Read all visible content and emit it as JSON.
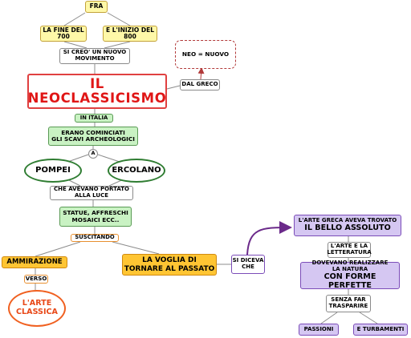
{
  "map": {
    "fra": "FRA",
    "fine_700": "LA FINE DEL\n700",
    "inizio_800": "E L'INIZIO DEL\n800",
    "si_creo": "SI CREO' UN NUOVO\nMOVIMENTO",
    "title": "IL\nNEOCLASSICISMO",
    "dal_greco": "DAL GRECO",
    "neo_nuovo": "NEO = NUOVO",
    "in_italia": "IN ITALIA",
    "scavi": "ERANO COMINCIATI\nGLI SCAVI ARCHEOLOGICI",
    "a": "A",
    "pompei": "POMPEI",
    "ercolano": "ERCOLANO",
    "portato_luce": "CHE AVEVANO PORTATO\nALLA LUCE",
    "statue": "STATUE, AFFRESCHI\nMOSAICI ECC..",
    "suscitando": "SUSCITANDO",
    "ammirazione": "AMMIRAZIONE",
    "verso": "VERSO",
    "arte_classica": "L'ARTE\nCLASSICA",
    "voglia": "LA VOGLIA DI\nTORNARE AL PASSATO",
    "si_diceva": "SI DICEVA\nCHE",
    "arte_greca_line1": "L'ARTE GRECA AVEVA TROVATO",
    "arte_greca_line2": "IL BELLO ASSOLUTO",
    "arte_letteratura": "L'ARTE E LA\nLETTERATURA",
    "realizzare_line1": "DOVEVANO REALIZZARE\nLA  NATURA",
    "realizzare_line2": "CON FORME PERFETTE",
    "senza_far": "SENZA FAR\nTRASPARIRE",
    "passioni": "PASSIONI",
    "turbamenti": "E TURBAMENTI"
  },
  "colors": {
    "yellow_fill": "#fff8a8",
    "title_red": "#e01616",
    "green_fill": "#c9f2c3",
    "green_ellipse_border": "#2f7d32",
    "orange_fill": "#ffc533",
    "orange_accent": "#f06020",
    "purple_fill": "#d5c7f2",
    "purple_arrow": "#6b2a8a",
    "dashed_red": "#b23a3a",
    "link_gray": "#8c8c8c"
  }
}
